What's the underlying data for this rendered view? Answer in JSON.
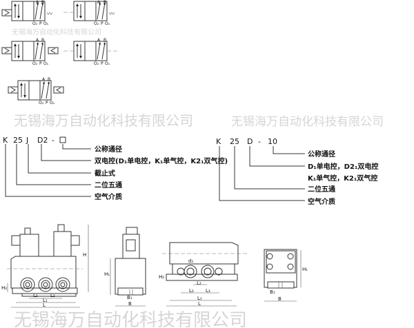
{
  "symbols": {
    "port_a": "A",
    "port_b": "B",
    "port_o2": "O₂",
    "port_p": "P",
    "port_o1": "O₁"
  },
  "watermark": "无锡海万自动化科技有限公司",
  "code_left": {
    "parts": [
      "K",
      "25",
      "J",
      "D2",
      "-"
    ],
    "labels": [
      "公称通径",
      "双电控(D₁单电控，K₁单气控，K2₁双气控)",
      "截止式",
      "二位五通",
      "空气介质"
    ]
  },
  "code_right": {
    "parts": [
      "K",
      "25",
      "D",
      "-",
      "10"
    ],
    "labels": [
      "公称通径",
      "D₁单电控，D2₁双电控",
      "K₁单气控，K2₁双气控",
      "二位五通",
      "空气介质"
    ]
  },
  "dimensions": {
    "H": "H",
    "H1": "H₁",
    "H2": "H₂",
    "L": "L",
    "L1": "L₁",
    "L2": "L₂",
    "L3": "L₃",
    "B": "B",
    "B1": "B₁",
    "d1": "d₁"
  }
}
